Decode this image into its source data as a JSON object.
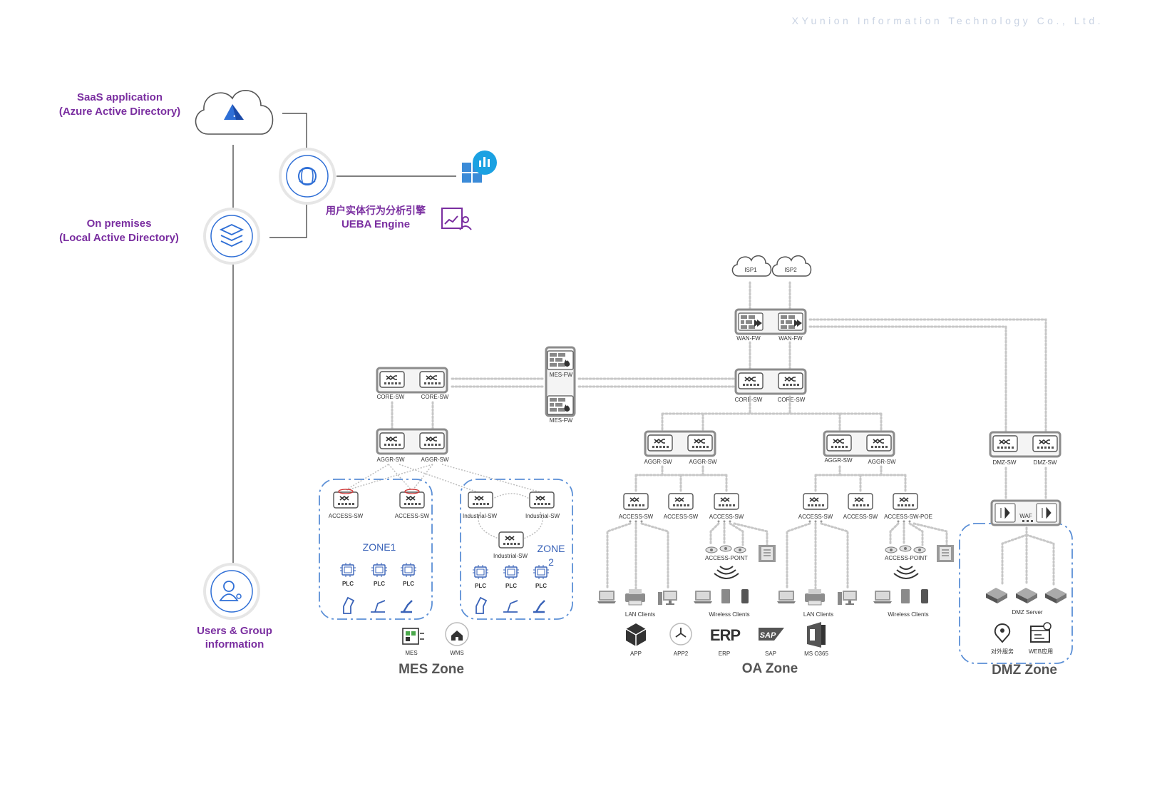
{
  "header": {
    "company": "XYunion Information Technology Co., Ltd."
  },
  "identity": {
    "saas_line1": "SaaS application",
    "saas_line2": "(Azure Active Directory)",
    "onprem_line1": "On premises",
    "onprem_line2": "(Local Active Directory)",
    "users_line1": "Users & Group",
    "users_line2": "information",
    "ueba_cn": "用户实体行为分析引擎",
    "ueba_en": "UEBA Engine"
  },
  "wan": {
    "isp1": "ISP1",
    "isp2": "ISP2",
    "fw1": "WAN-FW",
    "fw2": "WAN-FW"
  },
  "mes": {
    "core1": "CORE-SW",
    "core2": "CORE-SW",
    "aggr1": "AGGR-SW",
    "aggr2": "AGGR-SW",
    "mesfw1": "MES-FW",
    "mesfw2": "MES-FW",
    "acc1": "ACCESS-SW",
    "acc2": "ACCESS-SW",
    "ind1": "Industrial-SW",
    "ind2": "Industrial-SW",
    "ind3": "Industrial-SW",
    "zone1": "ZONE1",
    "zone2_a": "ZONE",
    "zone2_b": "2",
    "plc": "PLC",
    "mes_label": "MES",
    "wms_label": "WMS",
    "title": "MES Zone"
  },
  "oa": {
    "core1": "CORE-SW",
    "core2": "CORE-SW",
    "aggr": "AGGR-SW",
    "access": "ACCESS-SW",
    "access_poe": "ACCESS-SW-POE",
    "ap": "ACCESS-POINT",
    "lan": "LAN Clients",
    "wireless": "Wireless Clients",
    "app": "APP",
    "app2": "APP2",
    "erp": "ERP",
    "sap": "SAP",
    "ms365": "MS O365",
    "erp_logo": "ERP",
    "sap_logo": "SAP",
    "title": "OA Zone"
  },
  "dmz": {
    "sw1": "DMZ-SW",
    "sw2": "DMZ-SW",
    "waf": "WAF",
    "server": "DMZ Server",
    "svc1": "对外服务",
    "svc2": "WEB应用",
    "title": "DMZ Zone"
  },
  "colors": {
    "accent": "#7a2ea0",
    "zone_border": "#5b8fd6",
    "icon_blue": "#2f6fd6",
    "link_grey": "#c7c7c7"
  }
}
